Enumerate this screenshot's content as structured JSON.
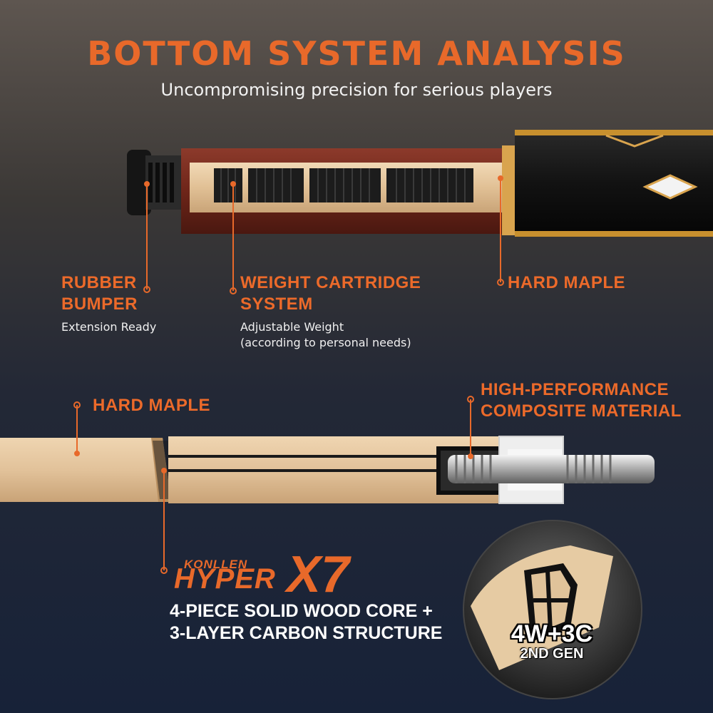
{
  "header": {
    "title": "BOTTOM SYSTEM ANALYSIS",
    "subtitle": "Uncompromising precision for serious players"
  },
  "top_section": {
    "rubber_bumper": {
      "label_line1": "RUBBER",
      "label_line2": "BUMPER",
      "description": "Extension Ready"
    },
    "weight_cartridge": {
      "label_line1": "WEIGHT CARTRIDGE",
      "label_line2": "SYSTEM",
      "description_line1": "Adjustable Weight",
      "description_line2": "(according to personal needs)"
    },
    "hard_maple": {
      "label": "HARD MAPLE"
    }
  },
  "bottom_section": {
    "hard_maple": {
      "label": "HARD MAPLE"
    },
    "composite": {
      "label_line1": "HIGH-PERFORMANCE",
      "label_line2": "COMPOSITE MATERIAL"
    },
    "brand": {
      "maker": "KONLLEN",
      "product": "HYPER",
      "series": "X7"
    },
    "structure": {
      "line1": "4-PIECE SOLID WOOD CORE +",
      "line2": "3-LAYER CARBON STRUCTURE"
    },
    "badge": {
      "main": "4W+3C",
      "sub": "2ND GEN"
    }
  },
  "colors": {
    "accent": "#e8692a",
    "text": "#ffffff",
    "wood": "#e2c29a",
    "rosewood": "#7a2e22"
  }
}
